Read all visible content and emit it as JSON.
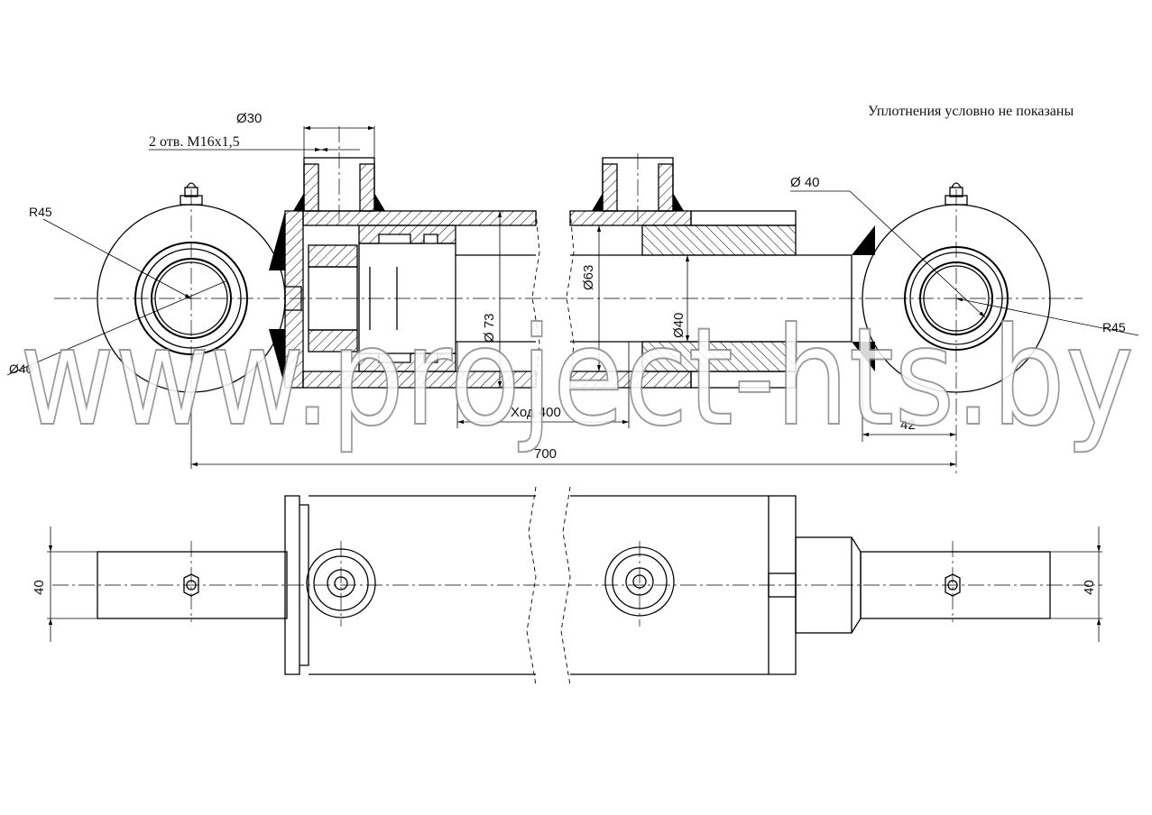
{
  "note": "Уплотнения условно не показаны",
  "dimensions": {
    "port_diameter": "Ø30",
    "ports_thread": "2 отв. M16x1,5",
    "eye_radius_left": "R45",
    "eye_radius_right": "R45",
    "bore_left_eye": "Ø40",
    "bore_right_eye": "Ø 40",
    "barrel_outer": "Ø 73",
    "barrel_inner": "Ø63",
    "rod": "Ø40",
    "stroke": "Ход 400",
    "rod_end_length": "42",
    "overall_length": "700",
    "eye_width_left": "40",
    "eye_width_right": "40"
  },
  "watermark": "www.project-hts.by"
}
